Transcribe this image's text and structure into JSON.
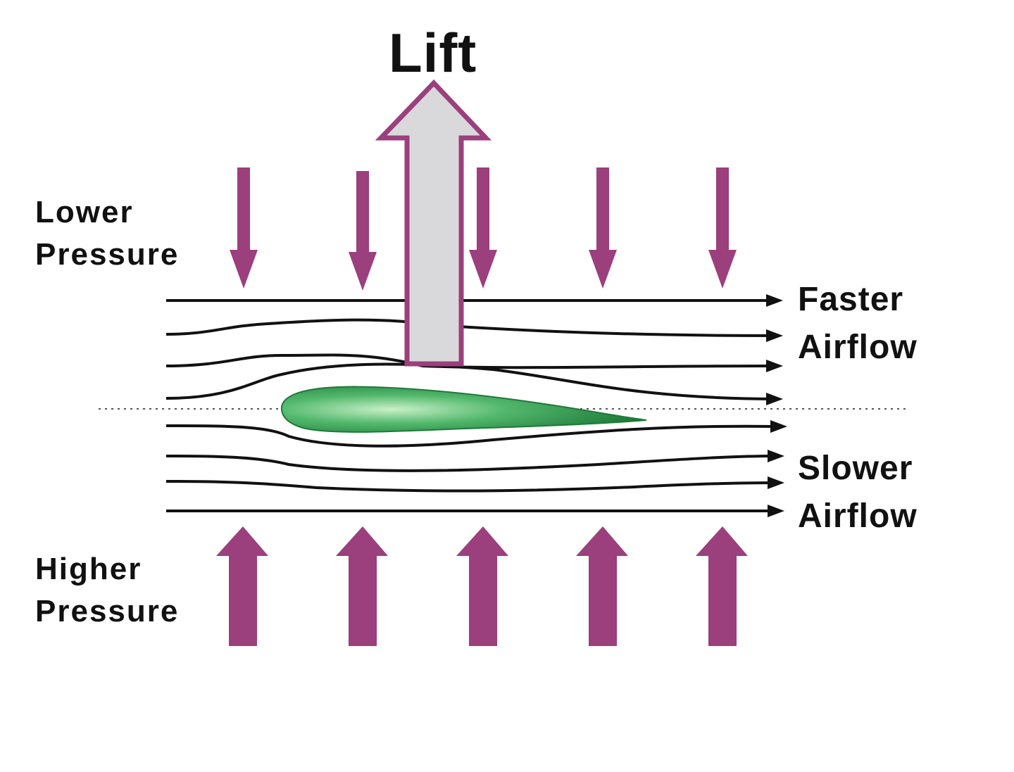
{
  "labels": {
    "lift": "Lift",
    "lower_pressure_line1": "Lower",
    "lower_pressure_line2": "Pressure",
    "higher_pressure_line1": "Higher",
    "higher_pressure_line2": "Pressure",
    "faster_airflow_line1": "Faster",
    "faster_airflow_line2": "Airflow",
    "slower_airflow_line1": "Slower",
    "slower_airflow_line2": "Airflow"
  },
  "colors": {
    "pressure_arrow": "#9b3f7d",
    "lift_arrow_fill": "#d9d9dc",
    "lift_arrow_outline": "#9b3f7d",
    "airfoil": "#3aa85a",
    "streamline": "#111111",
    "chord_line": "#555555"
  },
  "icons": {
    "downward_arrow": "down-arrow-icon",
    "upward_arrow": "up-arrow-icon",
    "lift_arrow": "lift-arrow-icon",
    "airfoil": "airfoil-shape"
  }
}
